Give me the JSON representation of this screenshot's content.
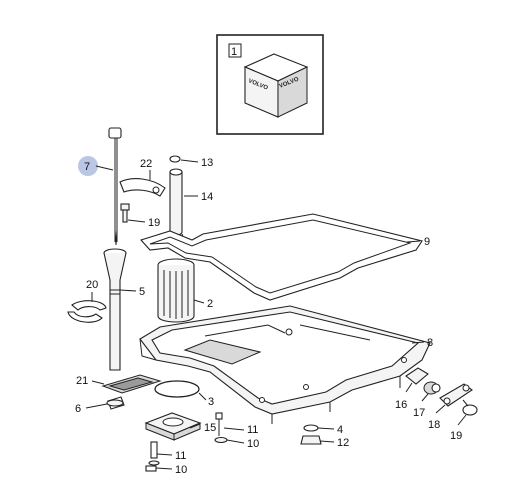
{
  "box_label": "1",
  "box_brand_left": "VOLVO",
  "box_brand_right": "VOLVO",
  "callouts": [
    "7",
    "22",
    "13",
    "14",
    "19",
    "9",
    "20",
    "5",
    "2",
    "8",
    "21",
    "6",
    "3",
    "16",
    "17",
    "18",
    "19",
    "11",
    "10",
    "15",
    "4",
    "12",
    "11",
    "10"
  ],
  "highlight_color": "#b9c6e4",
  "line_color": "#222222"
}
